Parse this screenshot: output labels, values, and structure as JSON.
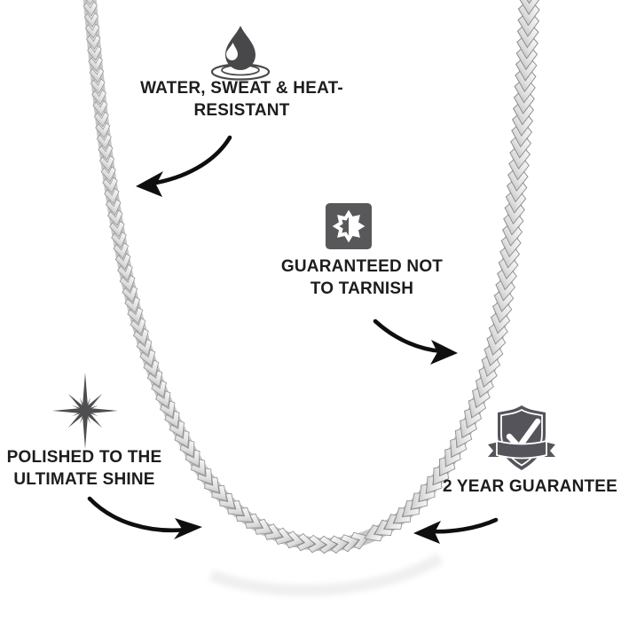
{
  "background": "#ffffff",
  "illustration": {
    "name": "silver-franco-chain-necklace",
    "reflection": "soft chain reflection under bottom curve"
  },
  "colors": {
    "text": "#1d1d1d",
    "icon_gray": "#4e4e51",
    "arrow_black": "#0f0f0f",
    "chain_base": "#c7c7c7",
    "chain_highlight": "#f7f7f7",
    "chain_shadow": "#8c8c8c"
  },
  "features": [
    {
      "name": "water-sweat-heat-resistant",
      "icon": "water-drop-ripple-icon",
      "arrow": "curved-arrow-pointing-left-to-chain",
      "lines": [
        "WATER, SWEAT & HEAT-",
        "RESISTANT"
      ]
    },
    {
      "name": "guaranteed-not-to-tarnish",
      "icon": "anti-tarnish-burst-icon",
      "arrow": "curved-arrow-pointing-right-to-chain",
      "lines": [
        "GUARANTEED NOT",
        "TO TARNISH"
      ]
    },
    {
      "name": "polished-to-the-ultimate-shine",
      "icon": "sparkle-shine-icon",
      "arrow": "curved-arrow-pointing-right-to-chain-bottom",
      "lines": [
        "POLISHED TO THE",
        "ULTIMATE SHINE"
      ]
    },
    {
      "name": "two-year-guarantee",
      "icon": "shield-checkmark-ribbon-icon",
      "arrow": "curved-arrow-pointing-left-to-chain-bottom",
      "lines": [
        "2 YEAR GUARANTEE"
      ]
    }
  ]
}
